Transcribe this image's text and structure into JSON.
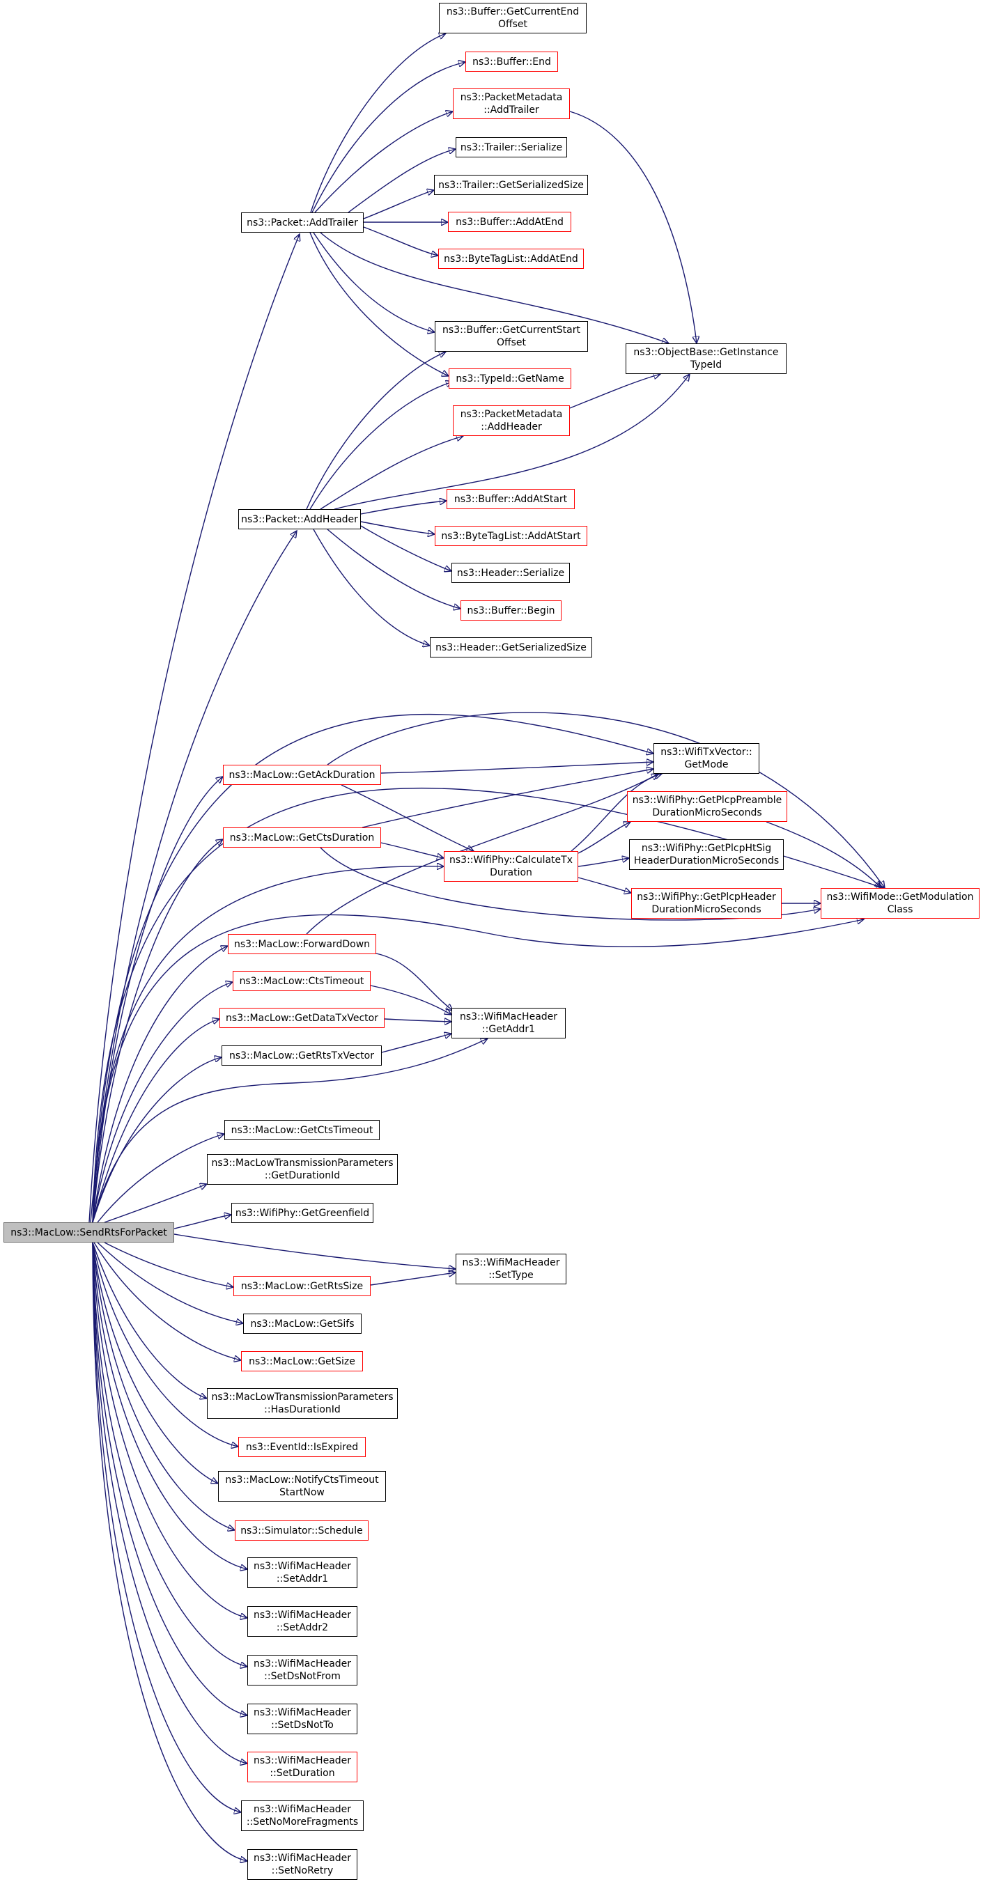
{
  "colors": {
    "edge": "#191970",
    "node_border": "#000000",
    "incomplete_border": "#ff0000",
    "root_fill": "#bfbfbf",
    "root_border": "#666666",
    "background": "#ffffff"
  },
  "nodes": [
    {
      "id": "root",
      "label": "ns3::MacLow::SendRtsForPacket",
      "kind": "root"
    },
    {
      "id": "pkt_addtrailer",
      "label": "ns3::Packet::AddTrailer",
      "kind": "normal"
    },
    {
      "id": "pkt_addheader",
      "label": "ns3::Packet::AddHeader",
      "kind": "normal"
    },
    {
      "id": "buf_getcurrentendoffset",
      "label": "ns3::Buffer::GetCurrentEnd\nOffset",
      "kind": "normal"
    },
    {
      "id": "buf_end",
      "label": "ns3::Buffer::End",
      "kind": "incomplete"
    },
    {
      "id": "pm_addtrailer",
      "label": "ns3::PacketMetadata\n::AddTrailer",
      "kind": "incomplete"
    },
    {
      "id": "trailer_serialize",
      "label": "ns3::Trailer::Serialize",
      "kind": "normal"
    },
    {
      "id": "trailer_getserializedsize",
      "label": "ns3::Trailer::GetSerializedSize",
      "kind": "normal"
    },
    {
      "id": "buf_addatend",
      "label": "ns3::Buffer::AddAtEnd",
      "kind": "incomplete"
    },
    {
      "id": "btl_addatend",
      "label": "ns3::ByteTagList::AddAtEnd",
      "kind": "incomplete"
    },
    {
      "id": "buf_getcurrentstartoffset",
      "label": "ns3::Buffer::GetCurrentStart\nOffset",
      "kind": "normal"
    },
    {
      "id": "objectbase_getinstancetypeid",
      "label": "ns3::ObjectBase::GetInstance\nTypeId",
      "kind": "normal"
    },
    {
      "id": "typeid_getname",
      "label": "ns3::TypeId::GetName",
      "kind": "incomplete"
    },
    {
      "id": "pm_addheader",
      "label": "ns3::PacketMetadata\n::AddHeader",
      "kind": "incomplete"
    },
    {
      "id": "buf_addatstart",
      "label": "ns3::Buffer::AddAtStart",
      "kind": "incomplete"
    },
    {
      "id": "btl_addatstart",
      "label": "ns3::ByteTagList::AddAtStart",
      "kind": "incomplete"
    },
    {
      "id": "header_serialize",
      "label": "ns3::Header::Serialize",
      "kind": "normal"
    },
    {
      "id": "buf_begin",
      "label": "ns3::Buffer::Begin",
      "kind": "incomplete"
    },
    {
      "id": "header_getserializedsize",
      "label": "ns3::Header::GetSerializedSize",
      "kind": "normal"
    },
    {
      "id": "txvector_getmode",
      "label": "ns3::WifiTxVector::\nGetMode",
      "kind": "normal"
    },
    {
      "id": "maclow_getackduration",
      "label": "ns3::MacLow::GetAckDuration",
      "kind": "incomplete"
    },
    {
      "id": "wifiphy_getplcppreamble",
      "label": "ns3::WifiPhy::GetPlcpPreamble\nDurationMicroSeconds",
      "kind": "incomplete"
    },
    {
      "id": "maclow_getctsduration",
      "label": "ns3::MacLow::GetCtsDuration",
      "kind": "incomplete"
    },
    {
      "id": "wifiphy_calculatetxduration",
      "label": "ns3::WifiPhy::CalculateTx\nDuration",
      "kind": "incomplete"
    },
    {
      "id": "wifiphy_getplcphtsig",
      "label": "ns3::WifiPhy::GetPlcpHtSig\nHeaderDurationMicroSeconds",
      "kind": "normal"
    },
    {
      "id": "wifiphy_getplcpheader",
      "label": "ns3::WifiPhy::GetPlcpHeader\nDurationMicroSeconds",
      "kind": "incomplete"
    },
    {
      "id": "wifimode_getmodulationclass",
      "label": "ns3::WifiMode::GetModulation\nClass",
      "kind": "incomplete"
    },
    {
      "id": "maclow_forwarddown",
      "label": "ns3::MacLow::ForwardDown",
      "kind": "incomplete"
    },
    {
      "id": "maclow_ctstimeout",
      "label": "ns3::MacLow::CtsTimeout",
      "kind": "incomplete"
    },
    {
      "id": "wifimacheader_getaddr1",
      "label": "ns3::WifiMacHeader\n::GetAddr1",
      "kind": "normal"
    },
    {
      "id": "maclow_getdatatxvector",
      "label": "ns3::MacLow::GetDataTxVector",
      "kind": "incomplete"
    },
    {
      "id": "maclow_getrtstxvector",
      "label": "ns3::MacLow::GetRtsTxVector",
      "kind": "normal"
    },
    {
      "id": "maclow_getctstimeout",
      "label": "ns3::MacLow::GetCtsTimeout",
      "kind": "normal"
    },
    {
      "id": "mltp_getdurationid",
      "label": "ns3::MacLowTransmissionParameters\n::GetDurationId",
      "kind": "normal"
    },
    {
      "id": "wifiphy_getgreenfield",
      "label": "ns3::WifiPhy::GetGreenfield",
      "kind": "normal"
    },
    {
      "id": "wifimacheader_settype",
      "label": "ns3::WifiMacHeader\n::SetType",
      "kind": "normal"
    },
    {
      "id": "maclow_getrtssize",
      "label": "ns3::MacLow::GetRtsSize",
      "kind": "incomplete"
    },
    {
      "id": "maclow_getsifs",
      "label": "ns3::MacLow::GetSifs",
      "kind": "normal"
    },
    {
      "id": "maclow_getsize",
      "label": "ns3::MacLow::GetSize",
      "kind": "incomplete"
    },
    {
      "id": "mltp_hasdurationid",
      "label": "ns3::MacLowTransmissionParameters\n::HasDurationId",
      "kind": "normal"
    },
    {
      "id": "eventid_isexpired",
      "label": "ns3::EventId::IsExpired",
      "kind": "incomplete"
    },
    {
      "id": "maclow_notifyctstimeout",
      "label": "ns3::MacLow::NotifyCtsTimeout\nStartNow",
      "kind": "normal"
    },
    {
      "id": "simulator_schedule",
      "label": "ns3::Simulator::Schedule",
      "kind": "incomplete"
    },
    {
      "id": "wifimacheader_setaddr1",
      "label": "ns3::WifiMacHeader\n::SetAddr1",
      "kind": "normal"
    },
    {
      "id": "wifimacheader_setaddr2",
      "label": "ns3::WifiMacHeader\n::SetAddr2",
      "kind": "normal"
    },
    {
      "id": "wifimacheader_setdsnotfrom",
      "label": "ns3::WifiMacHeader\n::SetDsNotFrom",
      "kind": "normal"
    },
    {
      "id": "wifimacheader_setdsnotto",
      "label": "ns3::WifiMacHeader\n::SetDsNotTo",
      "kind": "normal"
    },
    {
      "id": "wifimacheader_setduration",
      "label": "ns3::WifiMacHeader\n::SetDuration",
      "kind": "incomplete"
    },
    {
      "id": "wifimacheader_setnomorefragments",
      "label": "ns3::WifiMacHeader\n::SetNoMoreFragments",
      "kind": "normal"
    },
    {
      "id": "wifimacheader_setnoretry",
      "label": "ns3::WifiMacHeader\n::SetNoRetry",
      "kind": "normal"
    }
  ]
}
